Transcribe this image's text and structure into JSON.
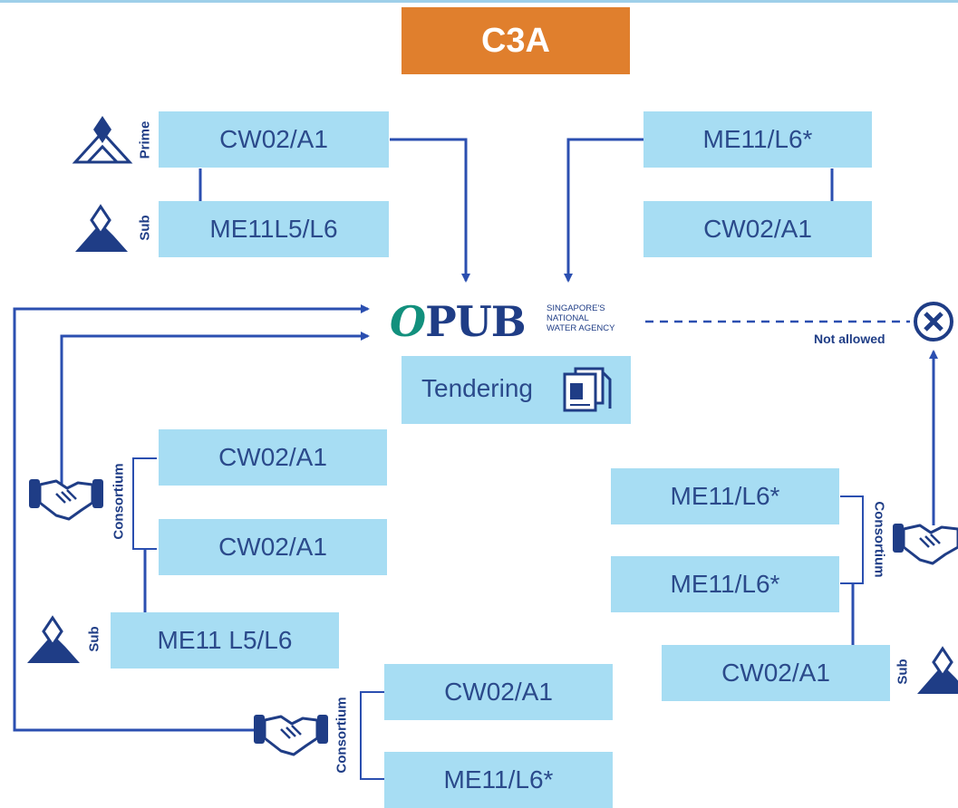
{
  "title": "C3A",
  "top_left": {
    "prime_label": "Prime",
    "sub_label": "Sub",
    "box1": "CW02/A1",
    "box2": "ME11L5/L6"
  },
  "top_right": {
    "box1": "ME11/L6*",
    "box2": "CW02/A1"
  },
  "center": {
    "logo_main": "PUB",
    "logo_line1": "SINGAPORE'S",
    "logo_line2": "NATIONAL",
    "logo_line3": "WATER AGENCY",
    "tendering": "Tendering"
  },
  "not_allowed": "Not allowed",
  "left_consortium": {
    "label": "Consortium",
    "box1": "CW02/A1",
    "box2": "CW02/A1",
    "sub_label": "Sub",
    "box3": "ME11 L5/L6"
  },
  "bottom_consortium": {
    "label": "Consortium",
    "box1": "CW02/A1",
    "box2": "ME11/L6*"
  },
  "right_consortium": {
    "label": "Consortium",
    "box1": "ME11/L6*",
    "box2": "ME11/L6*",
    "sub_label": "Sub",
    "box3": "CW02/A1"
  },
  "colors": {
    "box_fill": "#a7ddf3",
    "title_fill": "#e07f2d",
    "line": "#2b4fb0",
    "text": "#2b4a8b"
  }
}
